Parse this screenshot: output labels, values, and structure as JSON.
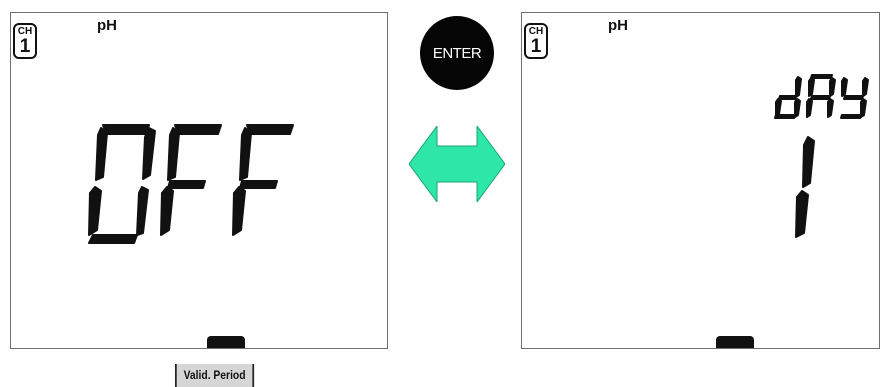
{
  "left_display": {
    "channel_label": "CH",
    "channel_number": "1",
    "parameter": "pH",
    "main_reading": "OFF"
  },
  "enter_button": {
    "label": "ENTER"
  },
  "right_display": {
    "channel_label": "CH",
    "channel_number": "1",
    "parameter": "pH",
    "unit_label": "dAY",
    "main_reading": "1"
  },
  "footer": {
    "label": "Valid. Period"
  },
  "colors": {
    "segment": "#111111",
    "arrow": "#2ee6a8",
    "button": "#050505"
  },
  "icons": {
    "arrow": "double-headed-arrow-icon"
  }
}
